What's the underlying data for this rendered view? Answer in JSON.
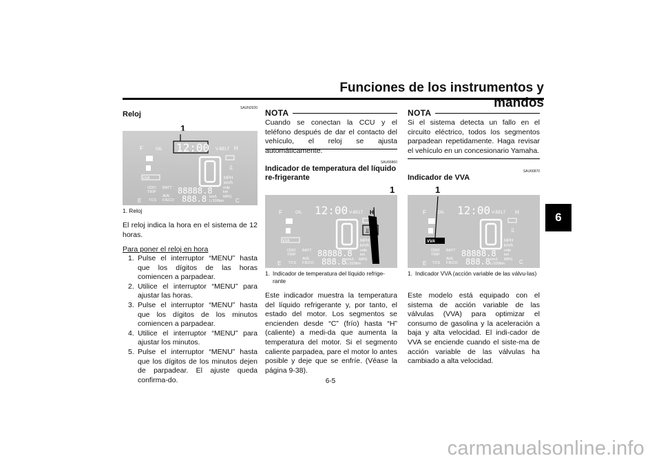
{
  "header": {
    "title": "Funciones de los instrumentos y mandos",
    "chapter_tab": "6"
  },
  "left": {
    "code": "SAUN2920",
    "heading": "Reloj",
    "callout": "1",
    "caption": "1.  Reloj",
    "para": "El reloj indica la hora en el sistema de 12 horas.",
    "subheading": "Para poner el reloj en hora",
    "steps": [
      {
        "num": "1.",
        "text": "Pulse el interruptor “MENU” hasta que los dígitos de las horas comiencen a parpadear."
      },
      {
        "num": "2.",
        "text": "Utilice el interruptor “MENU” para ajustar las horas."
      },
      {
        "num": "3.",
        "text": "Pulse el interruptor “MENU” hasta que los dígitos de los minutos comiencen a parpadear."
      },
      {
        "num": "4.",
        "text": "Utilice el interruptor “MENU” para ajustar los minutos."
      },
      {
        "num": "5.",
        "text": "Pulse el interruptor “MENU” hasta que los dígitos de los minutos dejen de parpadear. El ajuste queda confirma-do."
      }
    ]
  },
  "middle": {
    "nota_label": "NOTA",
    "nota_text": "Cuando se conectan la CCU y el teléfono después de dar el contacto del vehículo, el reloj se ajusta automáticamente.",
    "code": "SAU66860",
    "heading": "Indicador de temperatura del líquido re-frigerante",
    "callout": "1",
    "caption_num": "1.",
    "caption_text": "Indicador de temperatura del líquido refrige-rante",
    "para": "Este indicador muestra la temperatura del líquido refrigerante y, por tanto, el estado del motor. Los segmentos se encienden desde “C” (frío) hasta “H” (caliente) a medi-da que aumenta la temperatura del motor. Si el segmento caliente parpadea, pare el motor lo antes posible y deje que se enfríe. (Véase la página 9-38)."
  },
  "right": {
    "nota_label": "NOTA",
    "nota_text": "Si el sistema detecta un fallo en el circuito eléctrico, todos los segmentos parpadean repetidamente. Haga revisar el vehículo en un concesionario Yamaha.",
    "code": "SAU66870",
    "heading": "Indicador de VVA",
    "callout": "1",
    "caption_num": "1.",
    "caption_text": "Indicador VVA (acción variable de las válvu-las)",
    "para": "Este modelo está equipado con el sistema de acción variable de las válvulas (VVA) para optimizar el consumo de gasolina y la aceleración a baja y alta velocidad. El indi-cador de VVA se enciende cuando el siste-ma de acción variable de las válvulas ha cambiado a alta velocidad."
  },
  "dash": {
    "clock": "12:00",
    "f": "F",
    "e": "E",
    "h": "H",
    "c": "C",
    "oil": "OIL",
    "vbelt": "V-BELT",
    "mph": "MPH",
    "kmh": "km/h",
    "mile": "mile",
    "km": "km",
    "odo": "ODO",
    "trip": "TRIP",
    "batt": "BATT",
    "ave": "AVE",
    "fecо": "F/ECO",
    "tcs": "TCS",
    "kml": "km/L",
    "mpg": "MPG",
    "l100": "L/100km",
    "odo_digits": "88888.8",
    "eco_digits": "888.8",
    "vva": "VVA"
  },
  "footer": {
    "page": "6-5"
  },
  "watermark": "carmanualsonline.info"
}
